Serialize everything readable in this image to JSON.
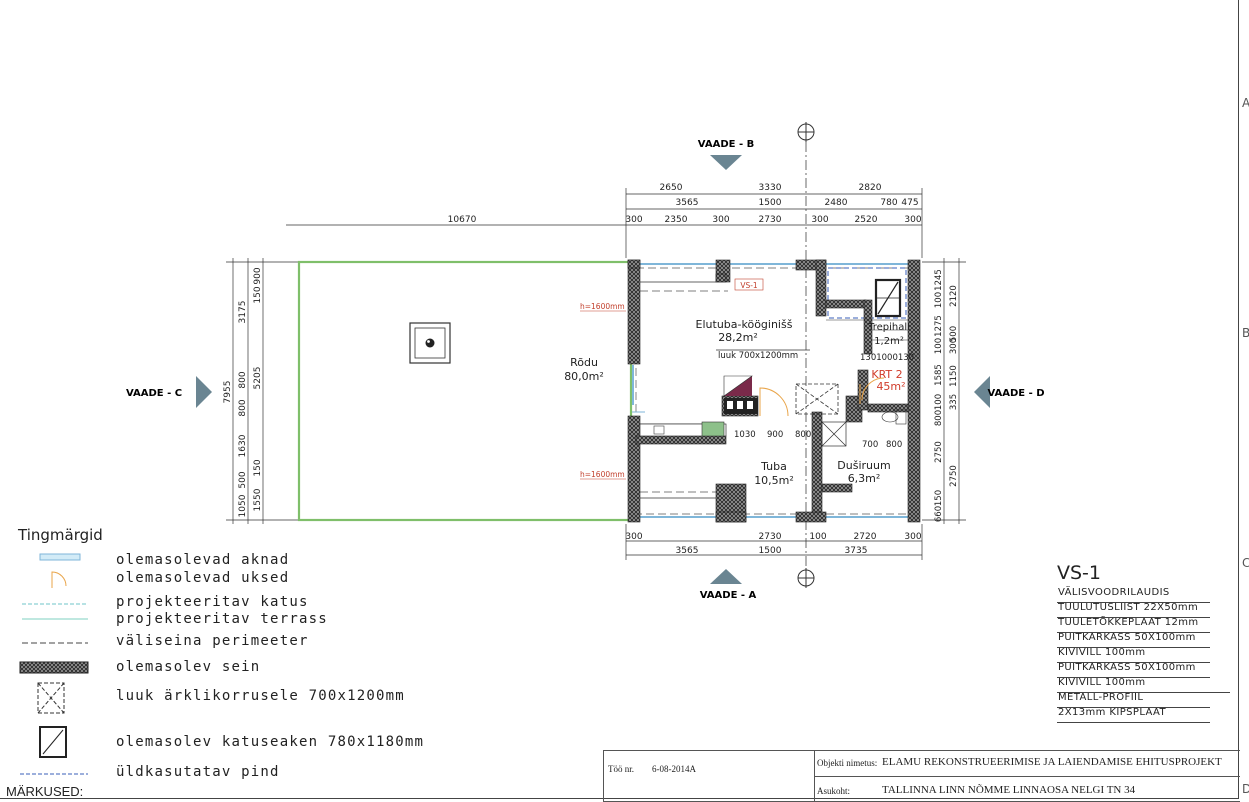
{
  "views": {
    "b": "VAADE - B",
    "a": "VAADE - A",
    "c": "VAADE - C",
    "d": "VAADE - D"
  },
  "dimensions": {
    "top_row1": [
      "2650",
      "3330",
      "2820"
    ],
    "top_row2": [
      "3565",
      "1500",
      "2480",
      "780",
      "475"
    ],
    "top_row3": [
      "300",
      "2350",
      "300",
      "2730",
      "300",
      "2520",
      "300"
    ],
    "top_balcony": "10670",
    "left_outer": "7955",
    "left_mid": [
      "3175",
      "5205",
      "1630"
    ],
    "left_inner": [
      "150",
      "900",
      "800",
      "800",
      "500",
      "1050",
      "150",
      "1550"
    ],
    "right_dims": [
      "1245",
      "100",
      "2120",
      "1275",
      "100",
      "300",
      "500",
      "1585",
      "1150",
      "100",
      "800",
      "335",
      "2750",
      "2750",
      "660",
      "150"
    ],
    "interior": [
      "1030",
      "900",
      "800",
      "700",
      "800"
    ],
    "bottom_row1": [
      "300",
      "2730",
      "100",
      "2720",
      "300"
    ],
    "bottom_row2": [
      "3565",
      "1500",
      "3735"
    ],
    "stair_dim": "1301000130"
  },
  "rooms": {
    "living": {
      "name": "Elutuba-kööginišš",
      "area": "28,2m²"
    },
    "balcony": {
      "name": "Rõdu",
      "area": "80,0m²"
    },
    "stair": {
      "name": "Trepihall",
      "area": "1,2m²"
    },
    "krt": {
      "name": "KRT 2",
      "area": "45m²"
    },
    "room": {
      "name": "Tuba",
      "area": "10,5m²"
    },
    "shower": {
      "name": "Duširuum",
      "area": "6,3m²"
    }
  },
  "notes": {
    "hatch": "luuk 700x1200mm",
    "h_label_1": "h=1600mm",
    "h_label_2": "h=1600mm",
    "vs_tag": "VS-1"
  },
  "legend": {
    "title": "Tingmärgid",
    "items": [
      "olemasolevad aknad",
      "olemasolevad uksed",
      "projekteeritav katus",
      "projekteeritav terrass",
      "väliseina perimeeter",
      "olemasolev sein",
      "luuk ärklikorrusele 700x1200mm",
      "olemasolev katuseaken 780x1180mm",
      "üldkasutatav pind"
    ],
    "markused": "MÄRKUSED:"
  },
  "vs1": {
    "title": "VS-1",
    "layers": [
      "VÄLISVOODRILAUDIS",
      "TUULUTUSLIIST 22X50mm",
      "TUULETÕKKEPLAAT 12mm",
      "PUITKARKASS 50X100mm",
      "KIVIVILL 100mm",
      "PUITKARKASS 50X100mm",
      "KIVIVILL 100mm",
      "METALL-PROFIIL",
      "2X13mm KIPSPLAAT"
    ]
  },
  "title_block": {
    "too_label": "Töö nr.",
    "too_value": "6-08-2014A",
    "objekt_label": "Objekti nimetus:",
    "objekt_value": "ELAMU REKONSTRUEERIMISE JA LAIENDAMISE EHITUSPROJEKT",
    "asukoht_label": "Asukoht:",
    "asukoht_value": "TALLINNA LINN NÕMME LINNAOSA NELGI TN 34"
  },
  "frame_letters": [
    "A",
    "B",
    "C",
    "D"
  ]
}
